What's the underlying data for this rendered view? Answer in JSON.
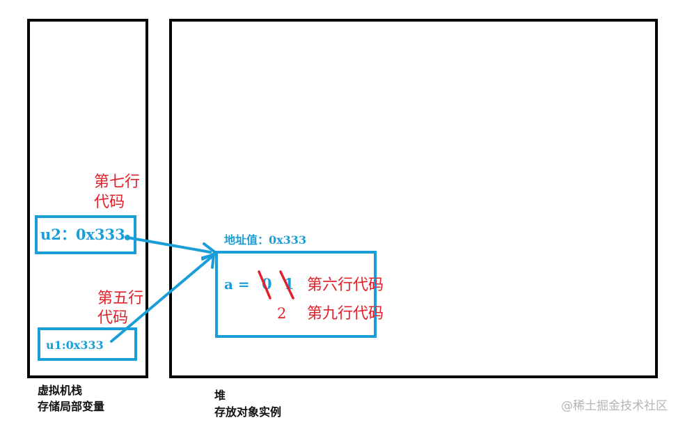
{
  "stack": {
    "caption_line1": "虚拟机栈",
    "caption_line2": "存储局部变量",
    "u2_label": "u2：0x333",
    "u1_label": "u1:0x333"
  },
  "heap": {
    "caption_line1": "堆",
    "caption_line2": "存放对象实例",
    "address_label": "地址值：0x333",
    "field_label": "a =",
    "old_value_0": "0",
    "old_value_1": "1",
    "new_value": "2"
  },
  "annotations": {
    "line7_a": "第七行",
    "line7_b": "代码",
    "line5_a": "第五行",
    "line5_b": "代码",
    "line6": "第六行代码",
    "line9": "第九行代码"
  },
  "watermark": "@稀土掘金技术社区",
  "colors": {
    "frame": "#000000",
    "reference": "#1a9ed8",
    "annotation": "#e0202a"
  }
}
